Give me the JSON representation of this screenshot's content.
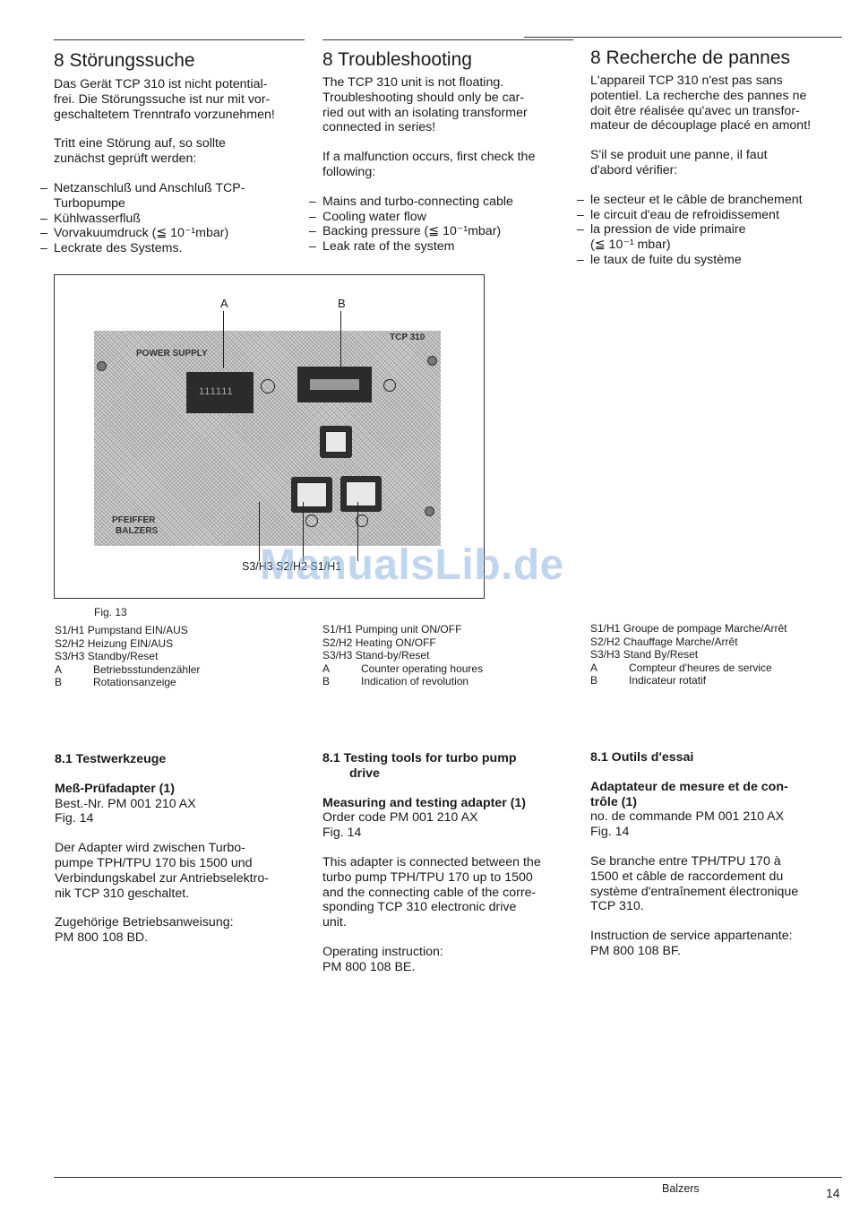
{
  "col_de": {
    "heading": "8 Störungssuche",
    "intro": [
      "Das Gerät TCP 310 ist nicht potential-",
      "frei. Die Störungssuche ist nur mit vor-",
      "geschaltetem Trenntrafo vorzunehmen!"
    ],
    "check_intro": [
      "Tritt eine Störung auf, so sollte",
      "zunächst geprüft werden:"
    ],
    "checks": [
      "Netzanschluß und Anschluß TCP-\nTurbopumpe",
      "Kühlwasserfluß",
      "Vorvakuumdruck (≦ 10⁻¹mbar)",
      "Leckrate des Systems."
    ],
    "legend": [
      [
        "S1/H1",
        "Pumpstand EIN/AUS"
      ],
      [
        "S2/H2",
        "Heizung EIN/AUS"
      ],
      [
        "S3/H3",
        "Standby/Reset"
      ],
      [
        "A",
        "Betriebsstundenzähler"
      ],
      [
        "B",
        "Rotationsanzeige"
      ]
    ],
    "tools_heading": "8.1 Testwerkzeuge",
    "adapter_heading": "Meß-Prüfadapter (1)",
    "order": "Best.-Nr. PM 001 210 AX",
    "fig": "Fig. 14",
    "adapter_text": [
      "Der Adapter wird zwischen Turbo-",
      "pumpe TPH/TPU 170 bis 1500 und",
      "Verbindungskabel zur Antriebselektro-",
      "nik TCP 310 geschaltet."
    ],
    "instr_label": "Zugehörige Betriebsanweisung:",
    "instr_code": "PM 800 108 BD."
  },
  "col_en": {
    "heading": "8 Troubleshooting",
    "intro": [
      "The TCP 310 unit is not floating.",
      "Troubleshooting should only be car-",
      "ried out with an isolating transformer",
      "connected in series!"
    ],
    "check_intro": [
      "If a malfunction occurs, first check the",
      "following:"
    ],
    "checks": [
      "Mains and turbo-connecting cable",
      "Cooling water flow",
      "Backing pressure (≦ 10⁻¹mbar)",
      "Leak rate of the system"
    ],
    "legend": [
      [
        "S1/H1",
        "Pumping unit ON/OFF"
      ],
      [
        "S2/H2",
        "Heating ON/OFF"
      ],
      [
        "S3/H3",
        "Stand-by/Reset"
      ],
      [
        "A",
        "Counter operating houres"
      ],
      [
        "B",
        "Indication of revolution"
      ]
    ],
    "tools_heading": "8.1 Testing tools for turbo pump",
    "tools_heading_2": "drive",
    "adapter_heading": "Measuring and testing adapter (1)",
    "order": "Order code PM 001 210 AX",
    "fig": "Fig. 14",
    "adapter_text": [
      "This adapter is connected between the",
      "turbo pump TPH/TPU 170 up to 1500",
      "and the connecting cable of the corre-",
      "sponding TCP 310 electronic drive",
      "unit."
    ],
    "instr_label": "Operating instruction:",
    "instr_code": "PM 800 108 BE."
  },
  "col_fr": {
    "heading": "8 Recherche de pannes",
    "intro": [
      "L'appareil TCP 310 n'est pas sans",
      "potentiel. La recherche des pannes ne",
      "doit être réalisée qu'avec un transfor-",
      "mateur de découplage placé en amont!"
    ],
    "check_intro": [
      "S'il se produit une panne, il faut",
      "d'abord vérifier:"
    ],
    "checks": [
      "le secteur et le câble de branchement",
      "le circuit d'eau de refroidissement",
      "la pression de vide primaire\n(≦ 10⁻¹ mbar)",
      "le taux de fuite du système"
    ],
    "legend": [
      [
        "S1/H1",
        "Groupe de pompage Marche/Arrêt"
      ],
      [
        "S2/H2",
        "Chauffage Marche/Arrêt"
      ],
      [
        "S3/H3",
        "Stand By/Reset"
      ],
      [
        "A",
        "Compteur d'heures de service"
      ],
      [
        "B",
        "Indicateur rotatif"
      ]
    ],
    "tools_heading": "8.1 Outils d'essai",
    "adapter_heading": "Adaptateur de mesure et de con-",
    "adapter_heading_2": "trôle (1)",
    "order": "no. de commande PM 001 210 AX",
    "fig": "Fig. 14",
    "adapter_text": [
      "Se branche entre TPH/TPU 170 à",
      "1500 et câble de raccordement du",
      "système d'entraînement électronique",
      "TCP 310."
    ],
    "instr_label": "Instruction de service appartenante:",
    "instr_code": "PM 800 108 BF."
  },
  "figure": {
    "label_a": "A",
    "label_b": "B",
    "panel_power": "POWER SUPPLY",
    "panel_model": "TCP 310",
    "panel_brand_1": "PFEIFFER",
    "panel_brand_2": "BALZERS",
    "counter_value": "111111",
    "bottom_labels": "S3/H3 S2/H2 S1/H1",
    "caption": "Fig. 13"
  },
  "watermark": "ManualsLib.de",
  "footer": {
    "brand": "Balzers",
    "page": "14"
  }
}
